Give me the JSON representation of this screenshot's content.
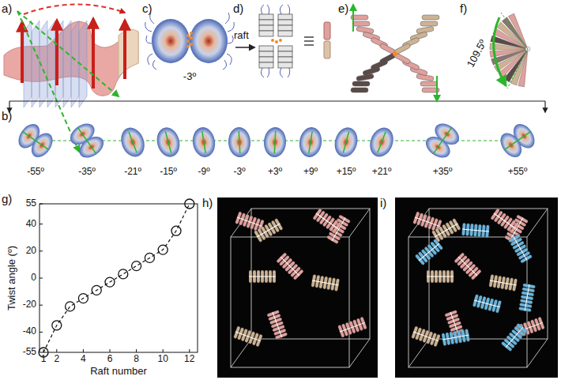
{
  "diagram": {
    "labels": [
      "a)",
      "c)",
      "-3º",
      "d)",
      "raft",
      "e)",
      "f)",
      "109.5º",
      "b)",
      "-55º",
      "-35º",
      "-21º",
      "-15º",
      "-9º",
      "-3º",
      "+3º",
      "+9º",
      "+15º",
      "+21º",
      "+35º",
      "+55º",
      "g)",
      "55",
      "40",
      "20",
      "0",
      "-20",
      "-40",
      "-55",
      "Twist angle (º)",
      "1",
      "2",
      "4",
      "6",
      "8",
      "10",
      "12",
      "Raft number",
      "h)",
      "i)"
    ]
  }
}
